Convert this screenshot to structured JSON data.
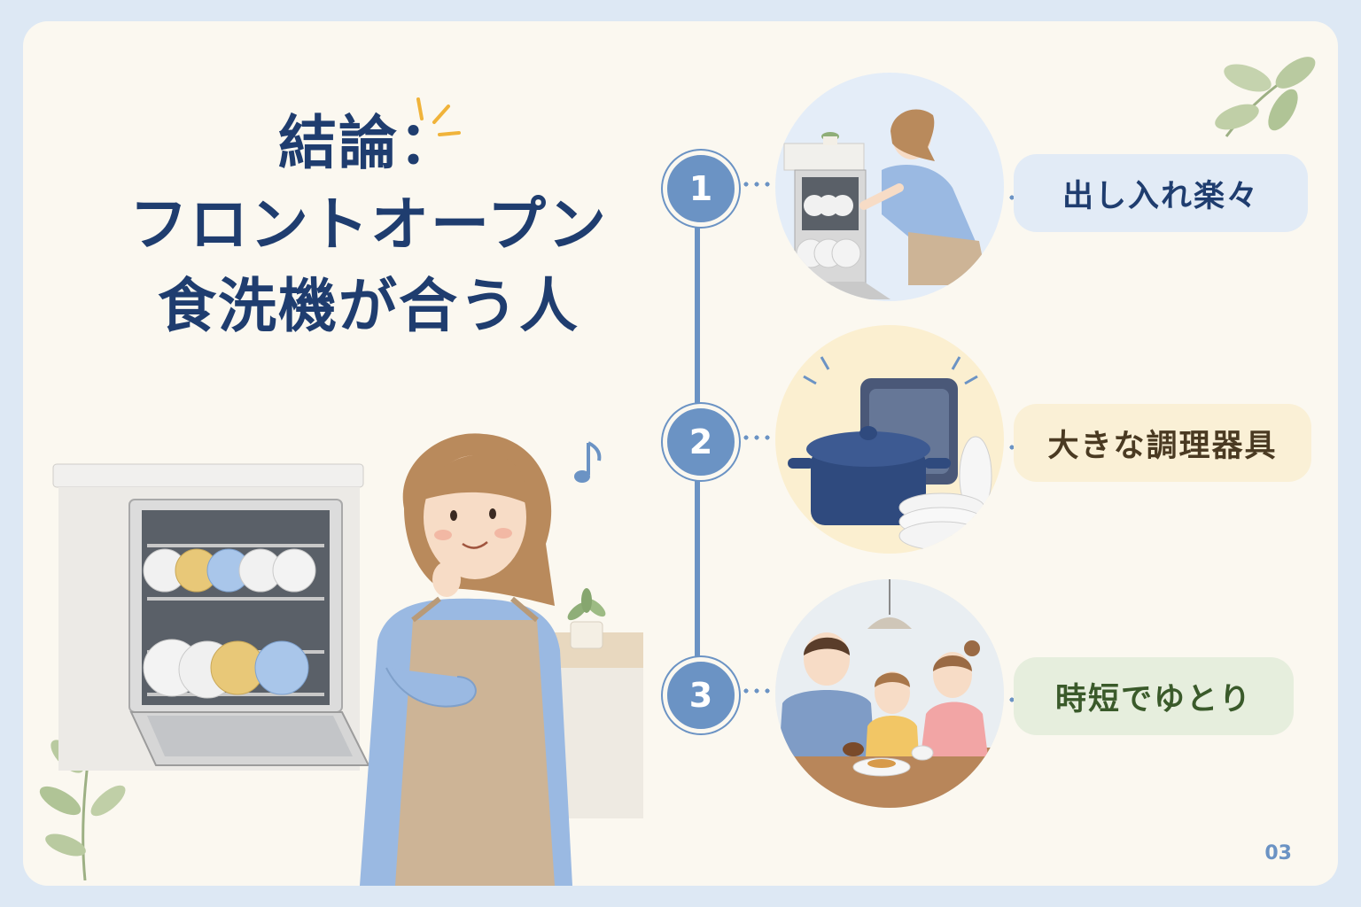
{
  "title": {
    "line1": "結論：",
    "line2": "フロントオープン",
    "line3": "食洗機が合う人"
  },
  "steps": [
    {
      "number": "1",
      "label": "出し入れ楽々",
      "pill_bg": "#e2ebf6",
      "pill_color": "#1f3d6f",
      "circle_bg": "#e4edf8"
    },
    {
      "number": "2",
      "label": "大きな調理器具",
      "pill_bg": "#faf0d6",
      "pill_color": "#4a3a22",
      "circle_bg": "#fbefd0"
    },
    {
      "number": "3",
      "label": "時短でゆとり",
      "pill_bg": "#e6eedd",
      "pill_color": "#3a5a2a",
      "circle_bg": "#eef0ea"
    }
  ],
  "page_number": "03",
  "colors": {
    "accent": "#6b93c4",
    "title": "#1f3d6f",
    "background": "#fbf8f0"
  }
}
